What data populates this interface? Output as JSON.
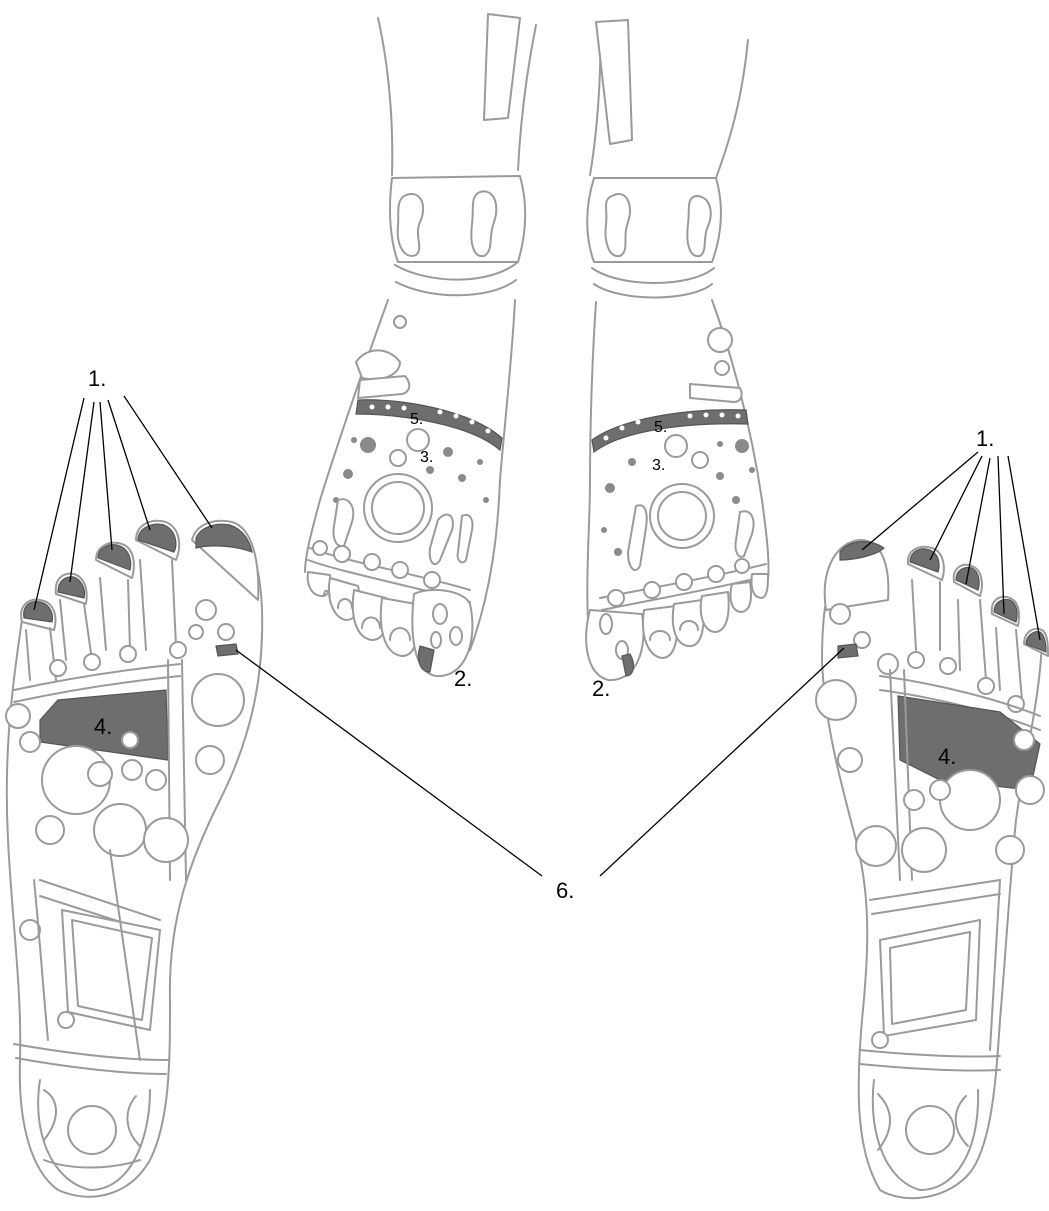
{
  "labels": {
    "l1": "1.",
    "l2": "2.",
    "l3": "3.",
    "l4": "4.",
    "l5": "5.",
    "l6": "6."
  },
  "colors": {
    "outline": "#9a9a9a",
    "zone": "#6e6e6e",
    "leader": "#000000",
    "background": "#ffffff"
  }
}
